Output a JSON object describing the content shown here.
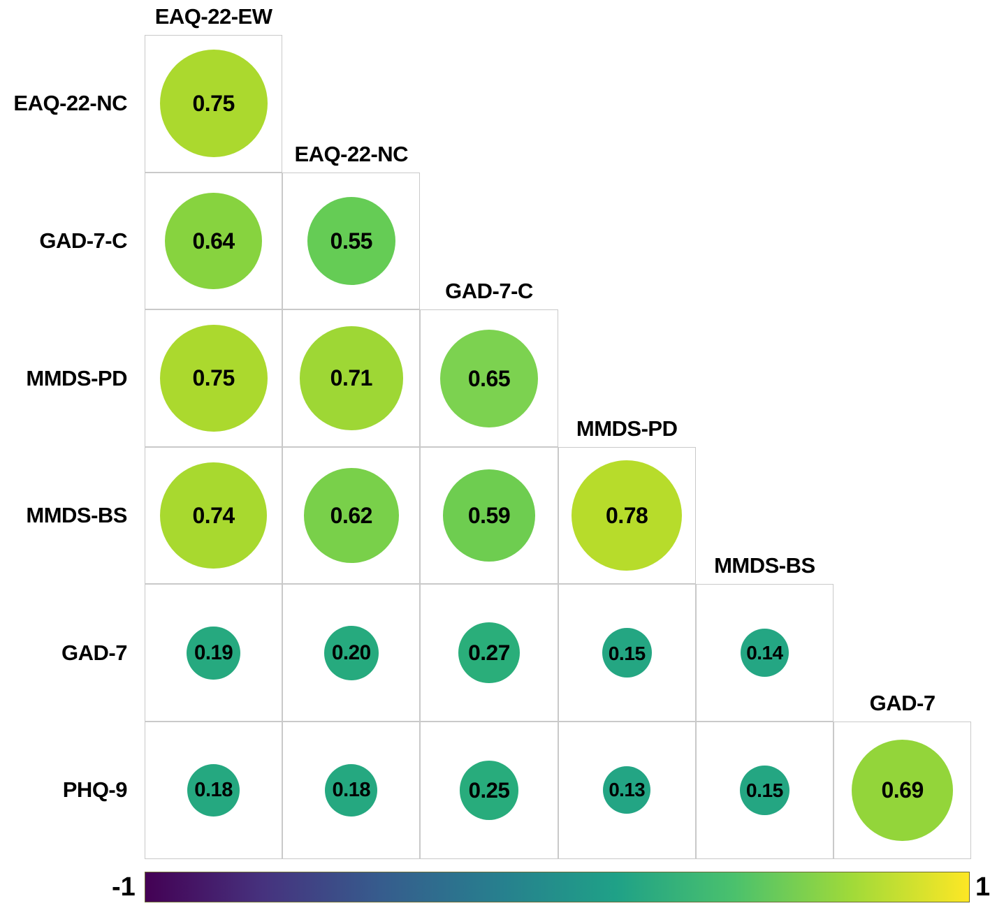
{
  "chart_data": {
    "type": "heatmap",
    "title": "",
    "subtitle": "",
    "xlabel": "",
    "ylabel": "",
    "legend_position": "bottom",
    "grid": true,
    "colorscale": {
      "name": "viridis",
      "min_label": "-1",
      "max_label": "1",
      "min": -1,
      "max": 1,
      "stops": [
        "#440154",
        "#46327e",
        "#365c8d",
        "#277f8e",
        "#1fa187",
        "#4ac16d",
        "#a0da39",
        "#fde725"
      ]
    },
    "row_labels": [
      "EAQ-22-NC",
      "GAD-7-C",
      "MMDS-PD",
      "MMDS-BS",
      "GAD-7",
      "PHQ-9"
    ],
    "col_labels": [
      "EAQ-22-EW",
      "EAQ-22-NC",
      "GAD-7-C",
      "MMDS-PD",
      "MMDS-BS",
      "GAD-7"
    ],
    "matrix_shape": "lower-triangular",
    "cells": [
      {
        "row": 0,
        "col": 0,
        "value": 0.75,
        "label": "0.75",
        "color": "#abd92e"
      },
      {
        "row": 1,
        "col": 0,
        "value": 0.64,
        "label": "0.64",
        "color": "#87d33f"
      },
      {
        "row": 1,
        "col": 1,
        "value": 0.55,
        "label": "0.55",
        "color": "#65cc55"
      },
      {
        "row": 2,
        "col": 0,
        "value": 0.75,
        "label": "0.75",
        "color": "#abd92e"
      },
      {
        "row": 2,
        "col": 1,
        "value": 0.71,
        "label": "0.71",
        "color": "#9ed735"
      },
      {
        "row": 2,
        "col": 2,
        "value": 0.65,
        "label": "0.65",
        "color": "#7cd250"
      },
      {
        "row": 3,
        "col": 0,
        "value": 0.74,
        "label": "0.74",
        "color": "#a8d92f"
      },
      {
        "row": 3,
        "col": 1,
        "value": 0.62,
        "label": "0.62",
        "color": "#79d04a"
      },
      {
        "row": 3,
        "col": 2,
        "value": 0.59,
        "label": "0.59",
        "color": "#6ecd50"
      },
      {
        "row": 3,
        "col": 3,
        "value": 0.78,
        "label": "0.78",
        "color": "#b7dc2b"
      },
      {
        "row": 4,
        "col": 0,
        "value": 0.19,
        "label": "0.19",
        "color": "#26a97f"
      },
      {
        "row": 4,
        "col": 1,
        "value": 0.2,
        "label": "0.20",
        "color": "#26aa7e"
      },
      {
        "row": 4,
        "col": 2,
        "value": 0.27,
        "label": "0.27",
        "color": "#2aae7a"
      },
      {
        "row": 4,
        "col": 3,
        "value": 0.15,
        "label": "0.15",
        "color": "#24a682"
      },
      {
        "row": 4,
        "col": 4,
        "value": 0.14,
        "label": "0.14",
        "color": "#24a683"
      },
      {
        "row": 5,
        "col": 0,
        "value": 0.18,
        "label": "0.18",
        "color": "#25a880"
      },
      {
        "row": 5,
        "col": 1,
        "value": 0.18,
        "label": "0.18",
        "color": "#25a880"
      },
      {
        "row": 5,
        "col": 2,
        "value": 0.25,
        "label": "0.25",
        "color": "#28ac7c"
      },
      {
        "row": 5,
        "col": 3,
        "value": 0.13,
        "label": "0.13",
        "color": "#23a584"
      },
      {
        "row": 5,
        "col": 4,
        "value": 0.15,
        "label": "0.15",
        "color": "#24a682"
      },
      {
        "row": 5,
        "col": 5,
        "value": 0.69,
        "label": "0.69",
        "color": "#93d53a"
      }
    ]
  }
}
